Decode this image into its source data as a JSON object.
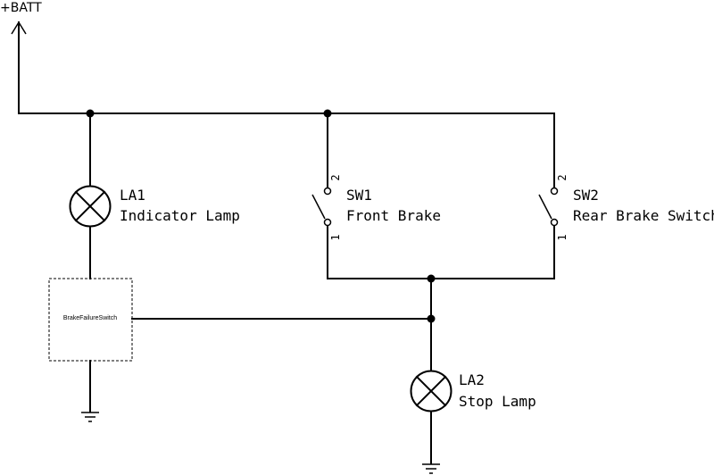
{
  "supply": {
    "label": "+BATT"
  },
  "la1": {
    "ref": "LA1",
    "value": "Indicator Lamp"
  },
  "la2": {
    "ref": "LA2",
    "value": "Stop Lamp"
  },
  "sw1": {
    "ref": "SW1",
    "value": "Front Brake",
    "pin_top": "2",
    "pin_bottom": "1"
  },
  "sw2": {
    "ref": "SW2",
    "value": "Rear Brake Switch",
    "pin_top": "2",
    "pin_bottom": "1"
  },
  "failure_switch": {
    "label": "BrakeFailureSwitch"
  }
}
